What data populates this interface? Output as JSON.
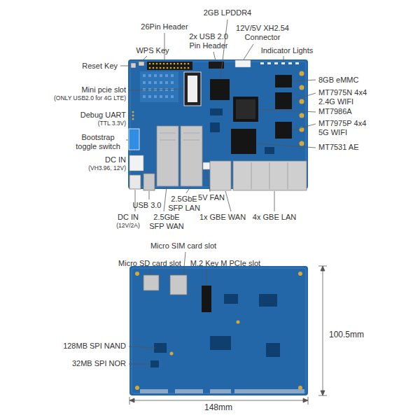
{
  "diagram": {
    "labels": [
      "2GB LPDDR4",
      "26Pin Header",
      "2x USB 2.0 Pin Header",
      "12V/5V XH2.54 Connector",
      "WPS Key",
      "Indicator Lights",
      "Reset Key",
      "8GB eMMC",
      "Mini pcie slot",
      "(ONLY USB2.0 for 4G LTE)",
      "MT7975N 4x4 2.4G WIFI",
      "MT7986A",
      "Debug UART",
      "(TTL 3.3V)",
      "MT7975P 4x4 5G WIFI",
      "Bootstrap toggle switch",
      "MT7531 AE",
      "DC IN",
      "(VH3.96, 12V)",
      "2.5GbE SFP LAN",
      "5V FAN",
      "USB 3.0",
      "DC IN",
      "(12V/2A)",
      "2.5GbE SFP WAN",
      "1x GBE WAN",
      "4x GBE LAN",
      "Micro SIM card slot",
      "Micro SD card slot",
      "M.2 Key M PCIe slot",
      "128MB SPI NAND",
      "32MB SPI NOR",
      "100.5mm",
      "148mm"
    ]
  }
}
